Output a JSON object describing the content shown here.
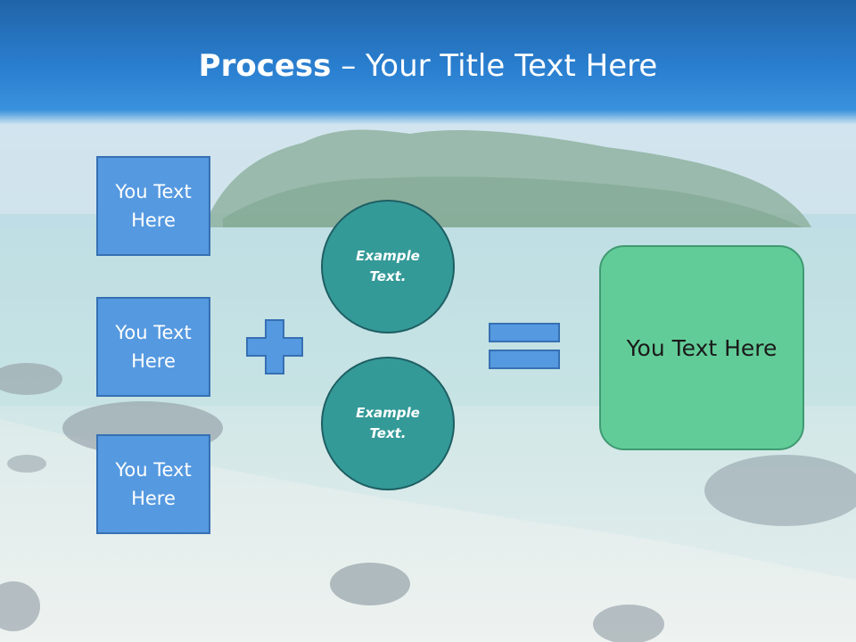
{
  "slide": {
    "title_bold": "Process",
    "title_dash": " – ",
    "title_rest": "Your Title Text Here",
    "left_boxes": [
      "You Text Here",
      "You Text Here",
      "You Text Here"
    ],
    "circles": [
      "Example Text.",
      "Example Text."
    ],
    "result": "You Text Here"
  },
  "colors": {
    "title_bar": "#2a7fd0",
    "box_fill": "#5599e0",
    "circle_fill": "#349a98",
    "result_fill": "#62cc98"
  },
  "icons": {
    "operator_1": "plus-icon",
    "operator_2": "equals-icon"
  }
}
